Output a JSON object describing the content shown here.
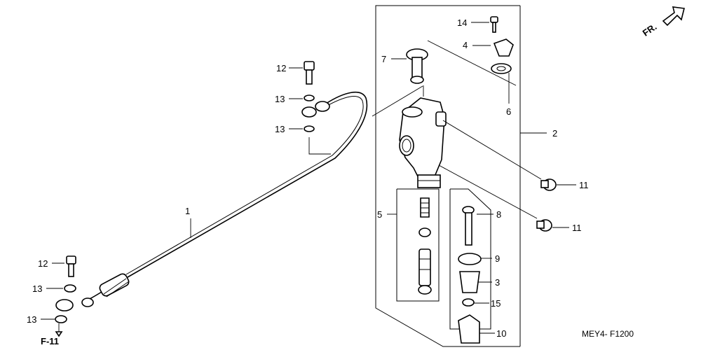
{
  "diagram": {
    "front_arrow_label": "FR.",
    "reference_label": "F-11",
    "diagram_code": "MEY4- F1200",
    "callouts": {
      "hose": "1",
      "master_cylinder": "2",
      "piston_cup": "3",
      "cap": "4",
      "piston_set": "5",
      "diaphragm": "6",
      "reservoir_joint": "7",
      "push_rod": "8",
      "circlip": "9",
      "joint_clevis": "10",
      "bolt_upper": "11",
      "bolt_lower": "11",
      "banjo_bolt_upper": "12",
      "banjo_bolt_lower": "12",
      "washer_upper_a": "13",
      "washer_upper_b": "13",
      "washer_lower_a": "13",
      "washer_lower_b": "13",
      "cap_screw": "14",
      "nut": "15"
    }
  }
}
